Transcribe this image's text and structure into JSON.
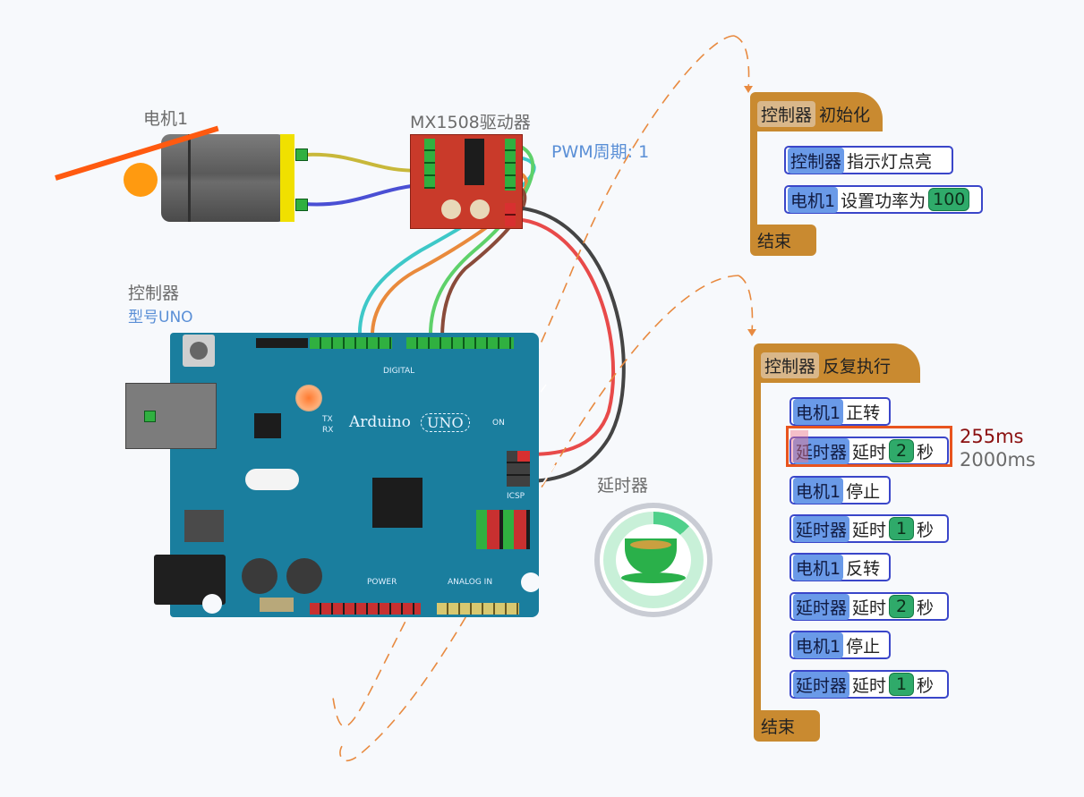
{
  "labels": {
    "motor": "电机1",
    "driver": "MX1508驱动器",
    "pwm": "PWM周期: 1",
    "controller": "控制器",
    "controller_model": "型号UNO",
    "timer": "延时器"
  },
  "board": {
    "name": "Arduino",
    "model": "UNO",
    "on": "ON",
    "digital": "DIGITAL",
    "power": "POWER",
    "analog": "ANALOG IN",
    "icsp": "ICSP",
    "tx": "TX",
    "rx": "RX"
  },
  "init_block": {
    "object": "控制器",
    "title": "初始化",
    "stmts": [
      {
        "object": "控制器",
        "text": "指示灯点亮"
      },
      {
        "object": "电机1",
        "text": "设置功率为",
        "value": "100"
      }
    ],
    "end": "结束"
  },
  "loop_block": {
    "object": "控制器",
    "title": "反复执行",
    "stmts": [
      {
        "object": "电机1",
        "text": "正转"
      },
      {
        "object": "延时器",
        "text": "延时",
        "value": "2",
        "suffix": "秒"
      },
      {
        "object": "电机1",
        "text": "停止"
      },
      {
        "object": "延时器",
        "text": "延时",
        "value": "1",
        "suffix": "秒"
      },
      {
        "object": "电机1",
        "text": "反转"
      },
      {
        "object": "延时器",
        "text": "延时",
        "value": "2",
        "suffix": "秒"
      },
      {
        "object": "电机1",
        "text": "停止"
      },
      {
        "object": "延时器",
        "text": "延时",
        "value": "1",
        "suffix": "秒"
      }
    ],
    "end": "结束"
  },
  "timing": {
    "current": "255ms",
    "total": "2000ms"
  },
  "timer_progress": 0.13,
  "colors": {
    "board": "#1a7e9e",
    "block_hat": "#c98a30",
    "highlight": "#e8541e",
    "current_time": "#8b1010"
  }
}
